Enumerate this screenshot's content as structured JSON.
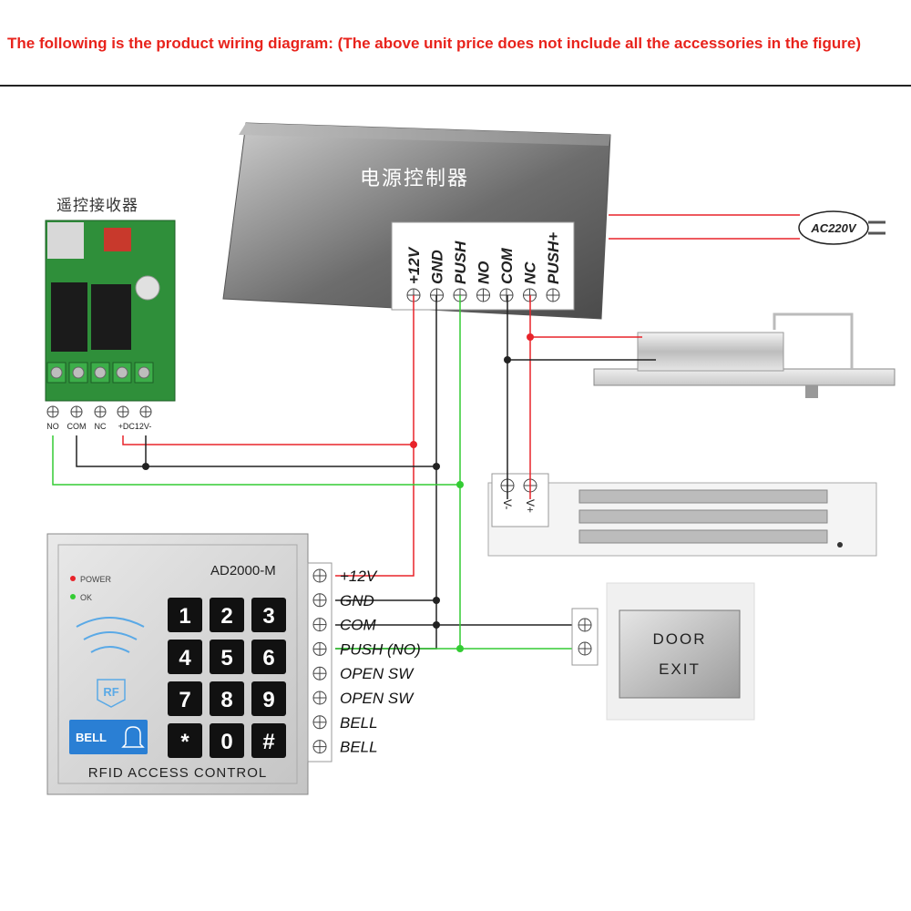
{
  "heading": "The following is the product wiring diagram: (The above unit price does not include all the accessories in the figure)",
  "power_controller": {
    "title": "电源控制器",
    "terminals": [
      "+12V",
      "GND",
      "PUSH",
      "NO",
      "COM",
      "NC",
      "PUSH+"
    ]
  },
  "ac_plug": {
    "label": "AC220V"
  },
  "remote_receiver": {
    "title": "遥控接收器",
    "terminals": [
      "NO",
      "COM",
      "NC",
      "+DC12V-"
    ]
  },
  "magnetic_lock": {
    "terminals": [
      "V-",
      "V+"
    ]
  },
  "keypad": {
    "model": "AD2000-M",
    "power_label": "POWER",
    "ok_label": "OK",
    "rf_label": "RF",
    "bell_label": "BELL",
    "footer": "RFID ACCESS CONTROL",
    "keys": [
      "1",
      "2",
      "3",
      "4",
      "5",
      "6",
      "7",
      "8",
      "9",
      "*",
      "0",
      "#"
    ],
    "terminals": [
      "+12V",
      "GND",
      "COM",
      "PUSH (NO)",
      "OPEN SW",
      "OPEN SW",
      "BELL",
      "BELL"
    ]
  },
  "exit_button": {
    "line1": "DOOR",
    "line2": "EXIT"
  },
  "colors": {
    "heading": "#e8231c",
    "wire_red": "#e8232a",
    "wire_black": "#222222",
    "wire_green": "#33cc33",
    "pcb": "#2f8f3a"
  }
}
